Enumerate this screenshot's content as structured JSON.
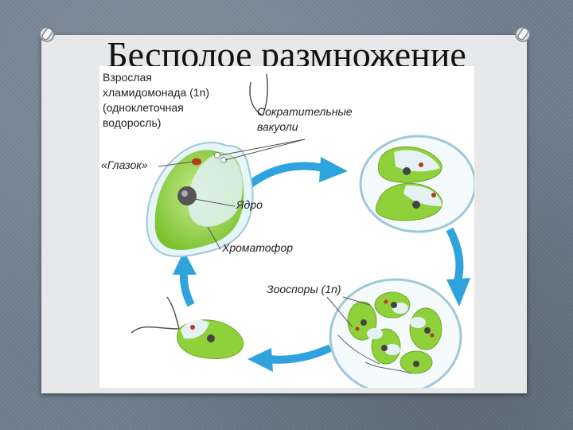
{
  "slide": {
    "title": "Бесполое размножение"
  },
  "diagram": {
    "labels": {
      "adult_line1": "Взрослая",
      "adult_line2": "хламидомонада (1n)",
      "adult_line3": "(одноклеточная",
      "adult_line4": "водоросль)",
      "vacuoles_line1": "Сократительные",
      "vacuoles_line2": "вакуоли",
      "eyespot": "«Глазок»",
      "nucleus": "Ядро",
      "chromatophore": "Хроматофор",
      "zoospores": "Зооспоры (1n)"
    },
    "colors": {
      "cell_green": "#8fd13a",
      "cell_outline": "#9fc8d8",
      "arrow_blue": "#2fa3dd",
      "eyespot_red": "#b83a1e",
      "nucleus_dark": "#333333"
    }
  }
}
